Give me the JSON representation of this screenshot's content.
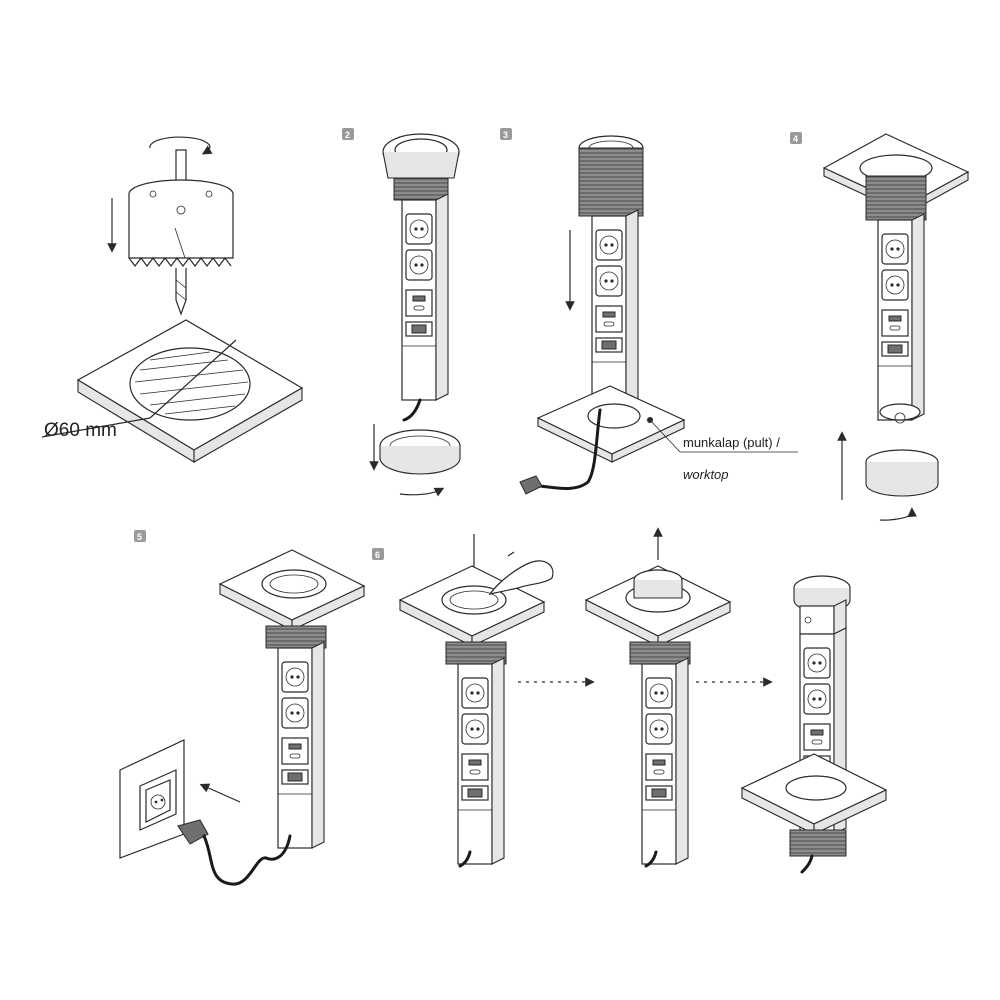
{
  "steps": {
    "s2": "2",
    "s3": "3",
    "s4": "4",
    "s5": "5",
    "s6": "6"
  },
  "labels": {
    "diameter": "Ø60 mm",
    "worktop_hu": "munkalap (pult) /",
    "worktop_en": "worktop"
  }
}
